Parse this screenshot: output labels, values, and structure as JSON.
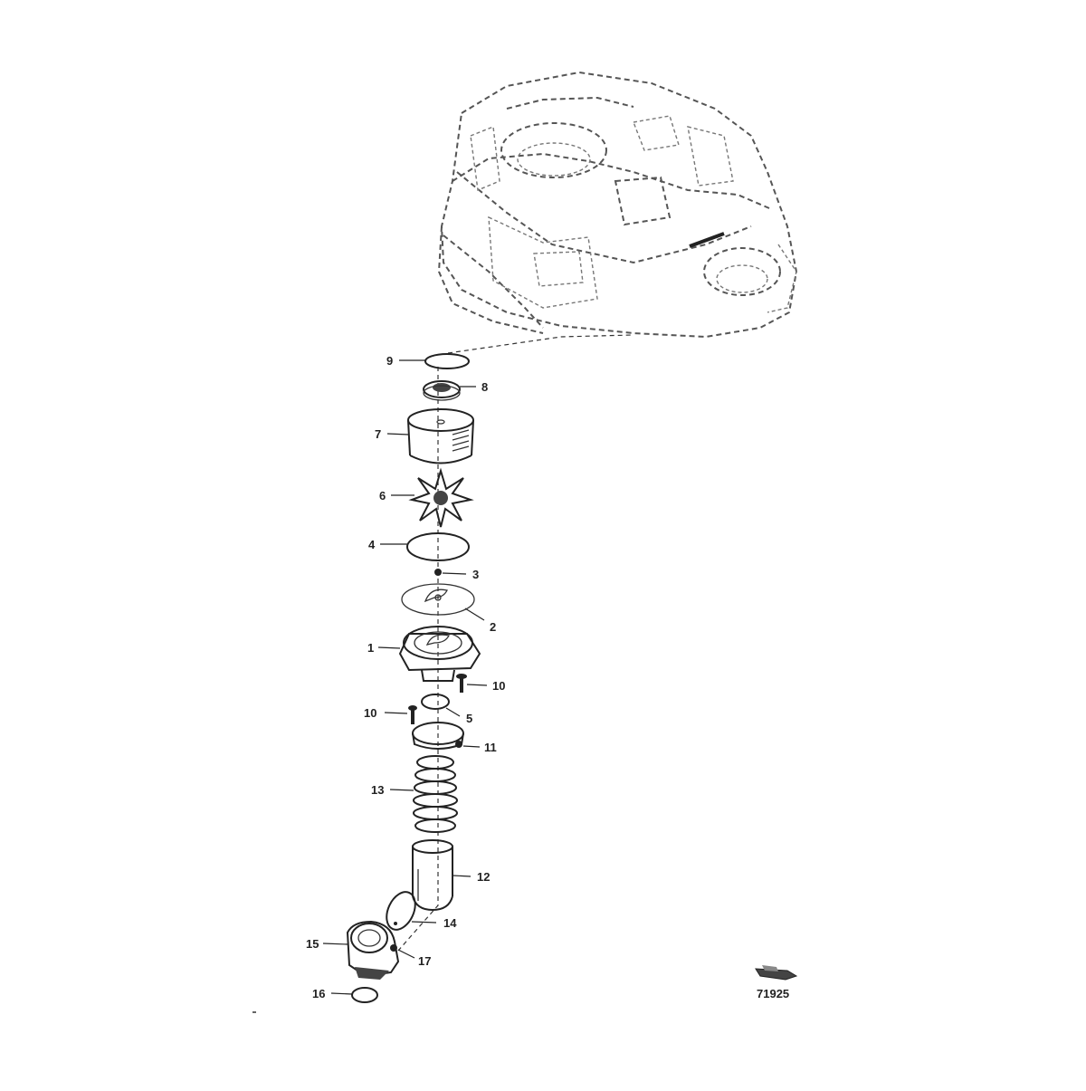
{
  "figure_id": "71925",
  "callouts": [
    {
      "id": "c9",
      "label": "9"
    },
    {
      "id": "c8",
      "label": "8"
    },
    {
      "id": "c7",
      "label": "7"
    },
    {
      "id": "c6",
      "label": "6"
    },
    {
      "id": "c4",
      "label": "4"
    },
    {
      "id": "c3",
      "label": "3"
    },
    {
      "id": "c2",
      "label": "2"
    },
    {
      "id": "c1",
      "label": "1"
    },
    {
      "id": "c10a",
      "label": "10"
    },
    {
      "id": "c5",
      "label": "5"
    },
    {
      "id": "c10b",
      "label": "10"
    },
    {
      "id": "c11",
      "label": "11"
    },
    {
      "id": "c13",
      "label": "13"
    },
    {
      "id": "c12",
      "label": "12"
    },
    {
      "id": "c14",
      "label": "14"
    },
    {
      "id": "c15",
      "label": "15"
    },
    {
      "id": "c17",
      "label": "17"
    },
    {
      "id": "c16",
      "label": "16"
    }
  ],
  "icons": {
    "orientation": "boat-orientation-icon"
  }
}
